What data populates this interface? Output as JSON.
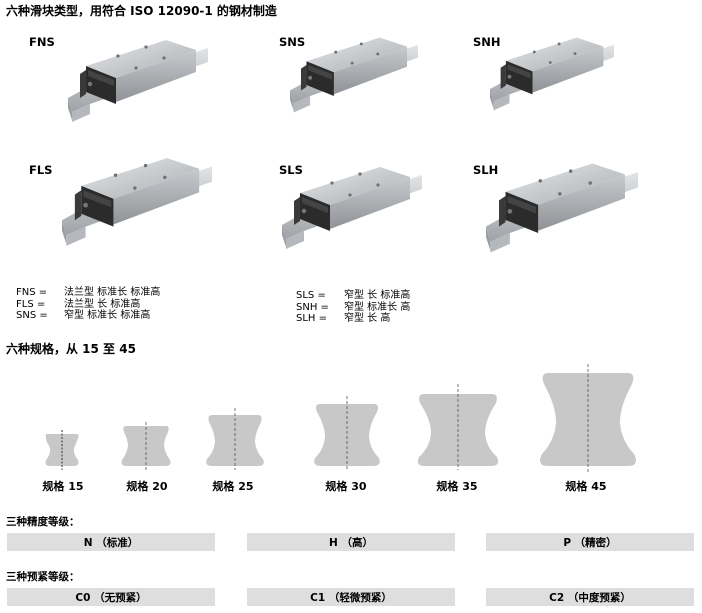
{
  "header": {
    "title": "六种滑块类型，用符合 ISO 12090-1 的钢材制造"
  },
  "types": [
    {
      "code": "FNS"
    },
    {
      "code": "SNS"
    },
    {
      "code": "SNH"
    },
    {
      "code": "FLS"
    },
    {
      "code": "SLS"
    },
    {
      "code": "SLH"
    }
  ],
  "legend_left": [
    {
      "code": "FNS =",
      "desc": "法兰型 标准长 标准高"
    },
    {
      "code": "FLS =",
      "desc": "法兰型 长 标准高"
    },
    {
      "code": "SNS =",
      "desc": "窄型 标准长 标准高"
    }
  ],
  "legend_right": [
    {
      "code": "SLS =",
      "desc": "窄型 长 标准高"
    },
    {
      "code": "SNH =",
      "desc": "窄型 标准长 高"
    },
    {
      "code": "SLH =",
      "desc": "窄型 长 高"
    }
  ],
  "sizes_section": {
    "title": "六种规格，从 15 至 45",
    "labels": [
      "规格 15",
      "规格 20",
      "规格 25",
      "规格 30",
      "规格 35",
      "规格 45"
    ]
  },
  "accuracy": {
    "title": "三种精度等级：",
    "grades": [
      "N （标准）",
      "H （高）",
      "P （精密）"
    ]
  },
  "preload": {
    "title": "三种预紧等级：",
    "grades": [
      "C0 （无预紧）",
      "C1 （轻微预紧）",
      "C2 （中度预紧）"
    ]
  },
  "colors": {
    "profile_fill": "#c8c8c8",
    "bar_fill": "#dedede",
    "block_dark": "#2b2b2b",
    "steel": "#b8bcc0"
  }
}
